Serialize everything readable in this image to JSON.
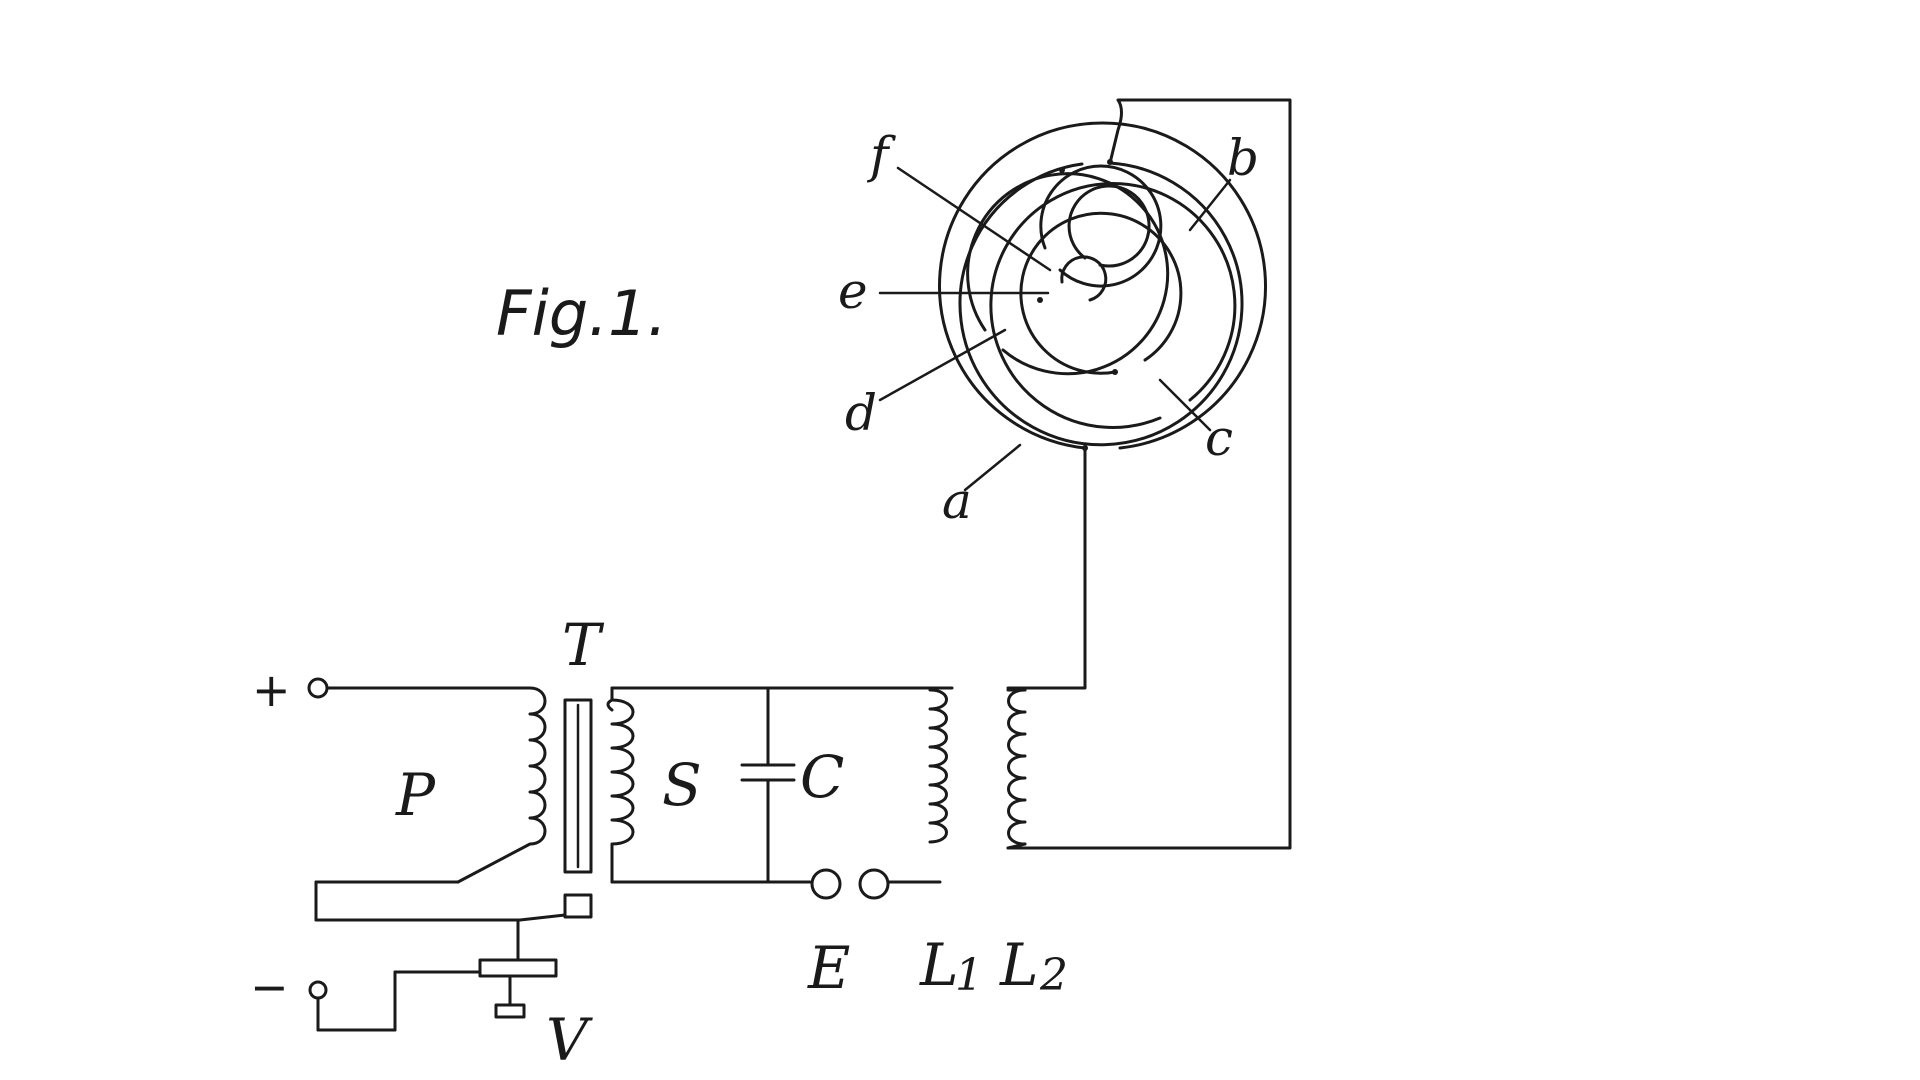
{
  "figure": {
    "title": "Fig.1."
  },
  "spiral_labels": {
    "a": "a",
    "b": "b",
    "c": "c",
    "d": "d",
    "e": "e",
    "f": "f"
  },
  "circuit_labels": {
    "plus": "+",
    "minus": "−",
    "primary": "P",
    "transformer": "T",
    "secondary": "S",
    "capacitor": "C",
    "spark_gap": "E",
    "coil_1_base": "L",
    "coil_1_sub": "1",
    "coil_2_base": "L",
    "coil_2_sub": "2",
    "interrupter": "V"
  }
}
